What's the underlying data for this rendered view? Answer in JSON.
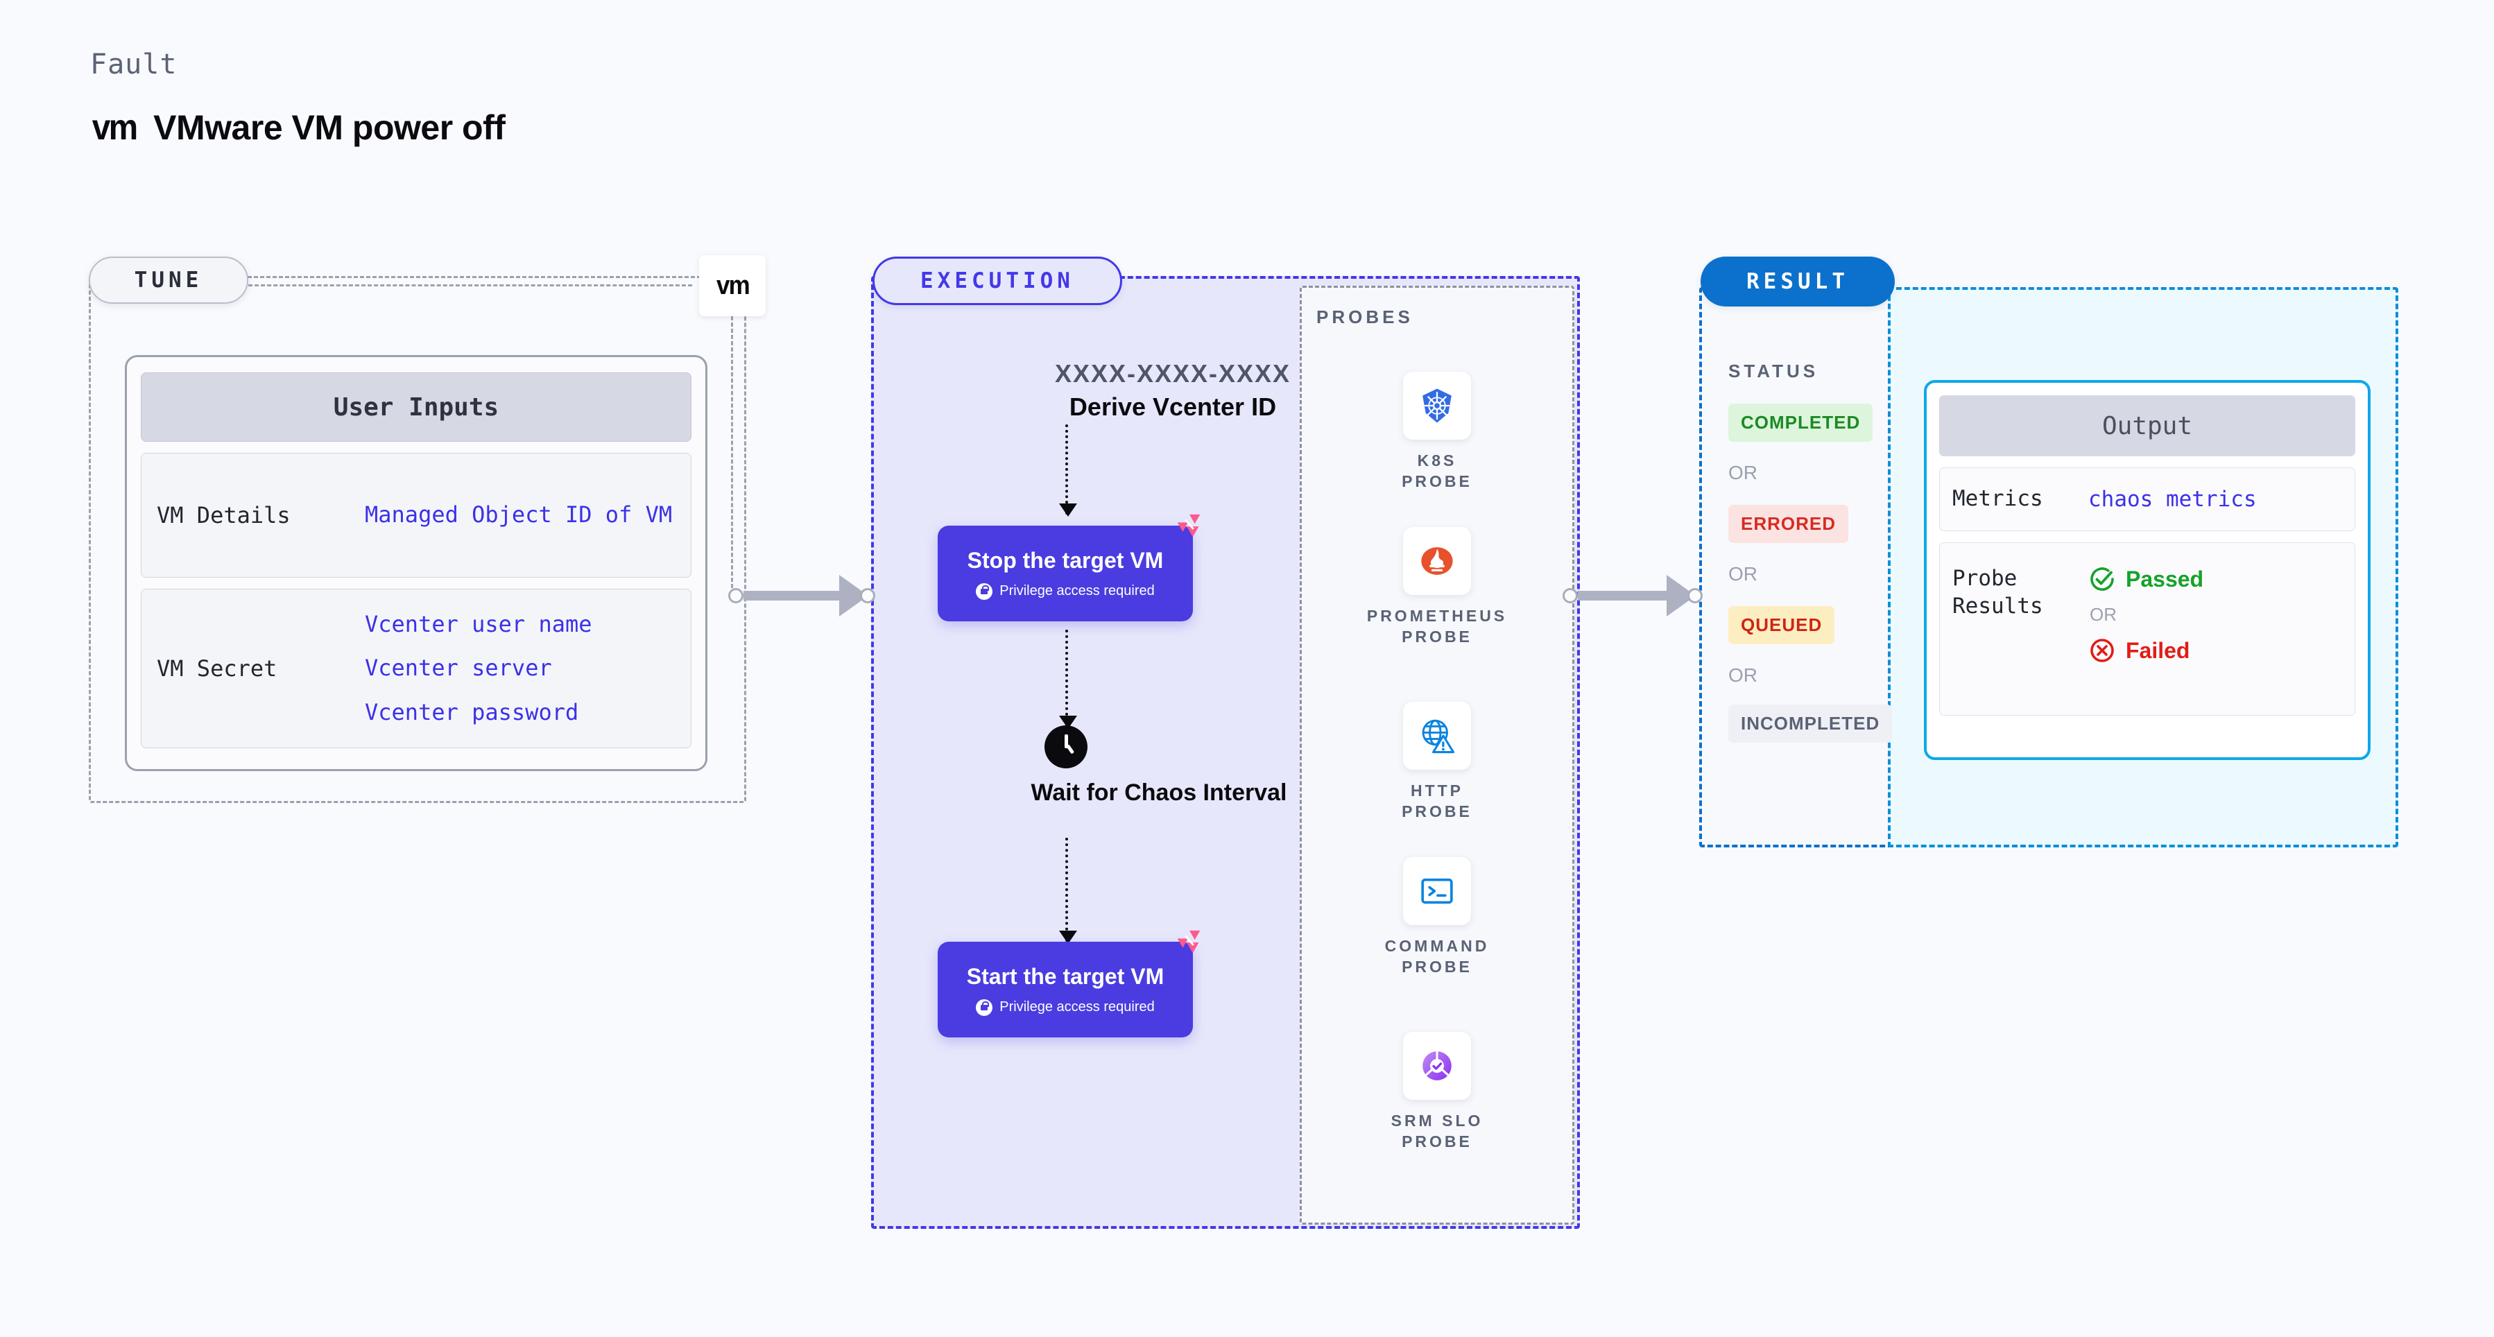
{
  "header": {
    "eyebrow": "Fault",
    "logo_text": "vm",
    "title": "VMware VM power off"
  },
  "stages": {
    "tune": {
      "pill_label": "TUNE",
      "badge_logo": "vm"
    },
    "execution": {
      "pill_label": "EXECUTION"
    },
    "result": {
      "pill_label": "RESULT"
    }
  },
  "tune": {
    "card_title": "User Inputs",
    "rows": [
      {
        "label": "VM Details",
        "values": [
          "Managed Object ID of VM"
        ]
      },
      {
        "label": "VM Secret",
        "values": [
          "Vcenter user name",
          "Vcenter server",
          "Vcenter password"
        ]
      }
    ]
  },
  "execution": {
    "experiment_id": "XXXX-XXXX-XXXX",
    "derive_label": "Derive Vcenter ID",
    "nodes": [
      {
        "title": "Stop the target VM",
        "subtitle": "Privilege access required"
      },
      {
        "title": "Start the target VM",
        "subtitle": "Privilege access required"
      }
    ],
    "wait_label": "Wait for Chaos Interval"
  },
  "probes": {
    "title": "PROBES",
    "items": [
      {
        "icon": "kubernetes-icon",
        "label": "K8S PROBE"
      },
      {
        "icon": "prometheus-icon",
        "label": "PROMETHEUS PROBE"
      },
      {
        "icon": "http-globe-warning-icon",
        "label": "HTTP PROBE"
      },
      {
        "icon": "terminal-prompt-icon",
        "label": "COMMAND PROBE"
      },
      {
        "icon": "srm-slo-icon",
        "label": "SRM SLO PROBE"
      }
    ]
  },
  "result": {
    "status_title": "STATUS",
    "or_label": "OR",
    "statuses": [
      {
        "label": "COMPLETED",
        "bg": "#dcf5dc",
        "fg": "#1c8a22"
      },
      {
        "label": "ERRORED",
        "bg": "#fbe3e2",
        "fg": "#d62b22"
      },
      {
        "label": "QUEUED",
        "bg": "#fdeec2",
        "fg": "#cf2415"
      },
      {
        "label": "INCOMPLETED",
        "bg": "#eef0f5",
        "fg": "#5a6275"
      }
    ]
  },
  "output": {
    "card_title": "Output",
    "metrics_label": "Metrics",
    "metrics_value": "chaos metrics",
    "probe_results_label": "Probe Results",
    "passed_label": "Passed",
    "or_label": "OR",
    "failed_label": "Failed"
  },
  "colors": {
    "page_bg": "#f9fafd",
    "brand_indigo": "#4338e8",
    "node_indigo": "#4a3ce0",
    "result_blue": "#0c71cc",
    "output_blue": "#0fa7e8",
    "litmus_pink": "#fc5a8d",
    "value_link": "#3b31e8",
    "muted": "#5a6275"
  }
}
